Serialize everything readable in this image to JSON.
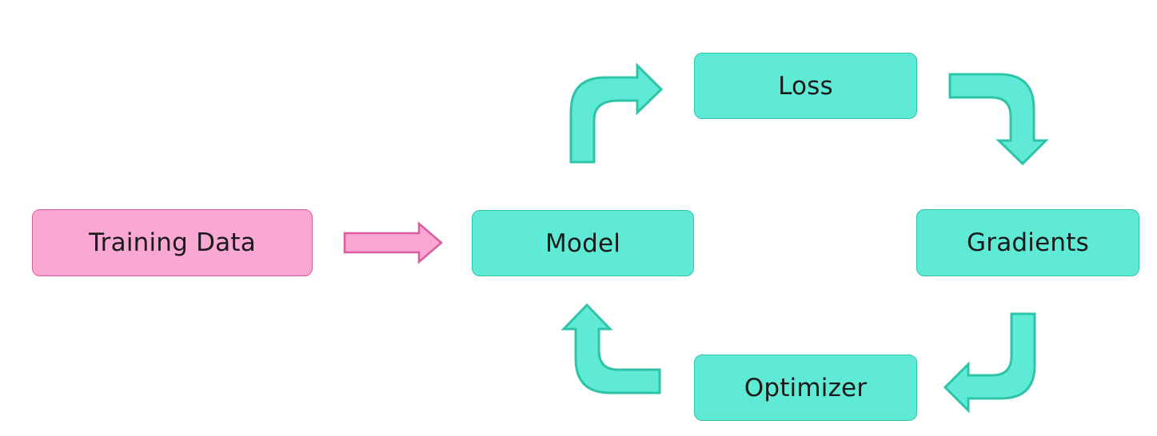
{
  "nodes": {
    "training_data": "Training Data",
    "model": "Model",
    "loss": "Loss",
    "gradients": "Gradients",
    "optimizer": "Optimizer"
  },
  "colors": {
    "teal_fill": "#5eead4",
    "teal_stroke": "#2ec4a8",
    "pink_fill": "#f9a8d4",
    "pink_stroke": "#db5c9c"
  }
}
